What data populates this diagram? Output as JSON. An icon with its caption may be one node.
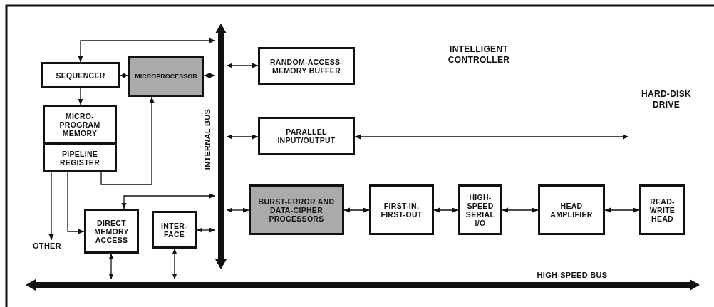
{
  "diagram": {
    "nodes": [
      {
        "text": [
          "SEQUENCER"
        ]
      },
      {
        "text": [
          "MICROPROCESSOR"
        ]
      },
      {
        "text": [
          "MICRO-PROGRAM MEMORY"
        ]
      },
      {
        "text": [
          "PIPELINE REGISTER"
        ]
      },
      {
        "text": [
          "OTHER"
        ]
      },
      {
        "text": [
          "DIRECT MEMORY ACCESS"
        ]
      },
      {
        "text": [
          "INTER-FACE"
        ]
      },
      {
        "text": [],
        "shape": "bar",
        "beside": [
          "INTERNAL BUS"
        ]
      },
      {
        "text": [
          "RANDOM-ACCESS-MEMORY BUFFER"
        ]
      },
      {
        "text": [
          "PARALLEL INPUT/OUTPUT"
        ]
      },
      {
        "text": [
          "BURST-ERROR AND DATA-CIPHER PROCESSORS"
        ]
      },
      {
        "text": [
          "FIRST-IN, FIRST-OUT"
        ]
      },
      {
        "text": [
          "HIGH-SPEED SERIAL I/O"
        ]
      },
      {
        "text": [
          "HEAD AMPLIFIER"
        ]
      },
      {
        "text": [
          "READ-WRITE HEAD"
        ]
      },
      {
        "text": [],
        "shape": "bar",
        "beside": [
          "HIGH-SPEED BUS"
        ]
      }
    ],
    "edges": [
      {
        "from": 7,
        "to": 0,
        "arrow": "both"
      },
      {
        "from": 0,
        "to": 1,
        "arrow": "both"
      },
      {
        "from": 1,
        "to": 7,
        "arrow": "both"
      },
      {
        "from": 0,
        "to": 2,
        "arrow": "to"
      },
      {
        "from": 3,
        "to": 1,
        "arrow": "to"
      },
      {
        "from": 3,
        "to": 4,
        "arrow": "to"
      },
      {
        "from": 3,
        "to": 5,
        "arrow": "to"
      },
      {
        "from": 7,
        "to": 5,
        "arrow": "both"
      },
      {
        "from": 6,
        "to": 7,
        "arrow": "both"
      },
      {
        "from": 5,
        "to": 15,
        "arrow": "both"
      },
      {
        "from": 6,
        "to": 15,
        "arrow": "both"
      },
      {
        "from": 7,
        "to": 8,
        "arrow": "both"
      },
      {
        "from": 7,
        "to": 9,
        "arrow": "both"
      },
      {
        "from": 9,
        "to": null,
        "arrow": "both"
      },
      {
        "from": 7,
        "to": 10,
        "arrow": "both"
      },
      {
        "from": 10,
        "to": 11,
        "arrow": "both"
      },
      {
        "from": 11,
        "to": 12,
        "arrow": "both"
      },
      {
        "from": 12,
        "to": 13,
        "arrow": "both"
      },
      {
        "from": 13,
        "to": 14,
        "arrow": "both"
      }
    ],
    "labels": [
      "INTELLIGENT CONTROLLER",
      "HARD-DISK DRIVE"
    ]
  }
}
